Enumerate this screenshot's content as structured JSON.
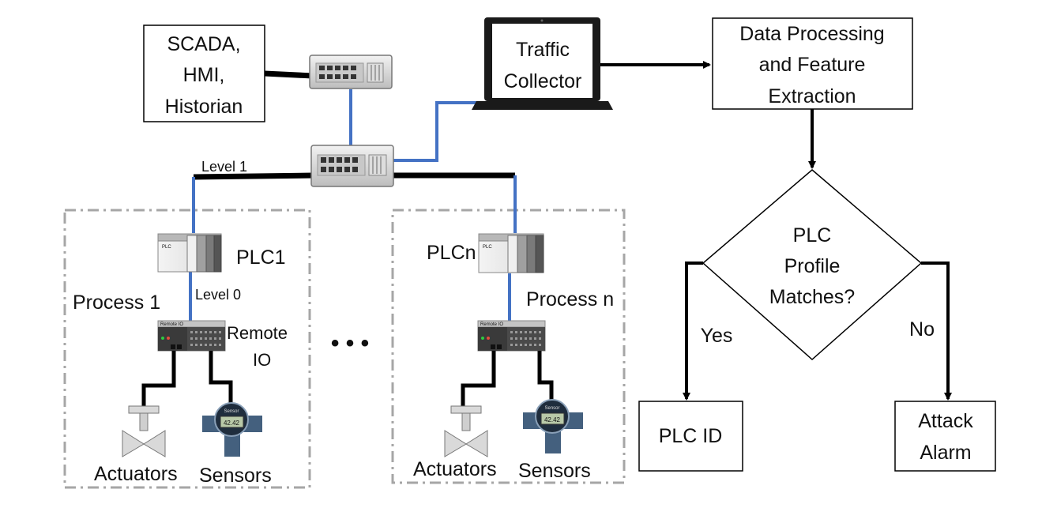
{
  "scada_box": {
    "line1": "SCADA,",
    "line2": "HMI,",
    "line3": "Historian"
  },
  "traffic_collector": {
    "line1": "Traffic",
    "line2": "Collector"
  },
  "data_processing": {
    "line1": "Data Processing",
    "line2": "and Feature",
    "line3": "Extraction"
  },
  "decision": {
    "line1": "PLC",
    "line2": "Profile",
    "line3": "Matches?"
  },
  "branches": {
    "yes": "Yes",
    "no": "No"
  },
  "plc_id_box": {
    "label": "PLC ID"
  },
  "attack_box": {
    "line1": "Attack",
    "line2": "Alarm"
  },
  "network": {
    "level1": "Level 1",
    "level0": "Level 0"
  },
  "process1": {
    "title": "Process 1",
    "plc": "PLC1",
    "remote_io_1": "Remote",
    "remote_io_2": "IO",
    "actuators": "Actuators",
    "sensors": "Sensors"
  },
  "processn": {
    "title": "Process n",
    "plc": "PLCn",
    "actuators": "Actuators",
    "sensors": "Sensors"
  },
  "ellipsis": "• • •",
  "device_text": {
    "plc_tag": "PLC",
    "remote_tag": "Remote IO",
    "sensor_tag": "Sensor",
    "sensor_reading": "42.42"
  },
  "colors": {
    "link_blue": "#4472c4",
    "link_black": "#000000",
    "dash_gray": "#a6a6a6",
    "sensor_blue": "#44607e"
  }
}
